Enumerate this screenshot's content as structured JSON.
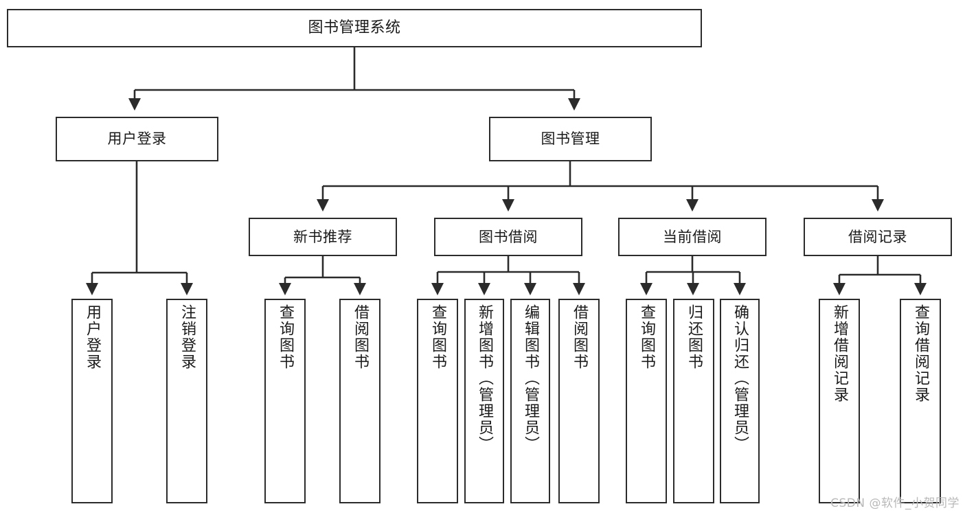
{
  "diagram": {
    "type": "tree",
    "title": "图书管理系统",
    "watermark": "CSDN @软件_小贺同学",
    "root": {
      "id": "root",
      "label": "图书管理系统"
    },
    "level2": [
      {
        "id": "user-login",
        "label": "用户登录"
      },
      {
        "id": "book-manage",
        "label": "图书管理"
      }
    ],
    "level3": [
      {
        "id": "new-book-recommend",
        "label": "新书推荐",
        "parent": "book-manage"
      },
      {
        "id": "book-borrow",
        "label": "图书借阅",
        "parent": "book-manage"
      },
      {
        "id": "current-borrow",
        "label": "当前借阅",
        "parent": "book-manage"
      },
      {
        "id": "borrow-record",
        "label": "借阅记录",
        "parent": "book-manage"
      }
    ],
    "leaves": [
      {
        "id": "leaf-user-login",
        "label": "用户登录",
        "parent": "user-login"
      },
      {
        "id": "leaf-user-logout",
        "label": "注销登录",
        "parent": "user-login"
      },
      {
        "id": "leaf-query-book-1",
        "label": "查询图书",
        "parent": "new-book-recommend"
      },
      {
        "id": "leaf-borrow-book-1",
        "label": "借阅图书",
        "parent": "new-book-recommend"
      },
      {
        "id": "leaf-query-book-2",
        "label": "查询图书",
        "parent": "book-borrow"
      },
      {
        "id": "leaf-add-book",
        "label": "新增图书（管理员）",
        "parent": "book-borrow"
      },
      {
        "id": "leaf-edit-book",
        "label": "编辑图书（管理员）",
        "parent": "book-borrow"
      },
      {
        "id": "leaf-borrow-book-2",
        "label": "借阅图书",
        "parent": "book-borrow"
      },
      {
        "id": "leaf-query-book-3",
        "label": "查询图书",
        "parent": "current-borrow"
      },
      {
        "id": "leaf-return-book",
        "label": "归还图书",
        "parent": "current-borrow"
      },
      {
        "id": "leaf-confirm-return",
        "label": "确认归还（管理员）",
        "parent": "current-borrow"
      },
      {
        "id": "leaf-add-record",
        "label": "新增借阅记录",
        "parent": "borrow-record"
      },
      {
        "id": "leaf-query-record",
        "label": "查询借阅记录",
        "parent": "borrow-record"
      }
    ],
    "colors": {
      "stroke": "#2b2b2b",
      "fill": "#ffffff",
      "text": "#1a1a1a",
      "watermark": "#b9b9b9"
    }
  }
}
